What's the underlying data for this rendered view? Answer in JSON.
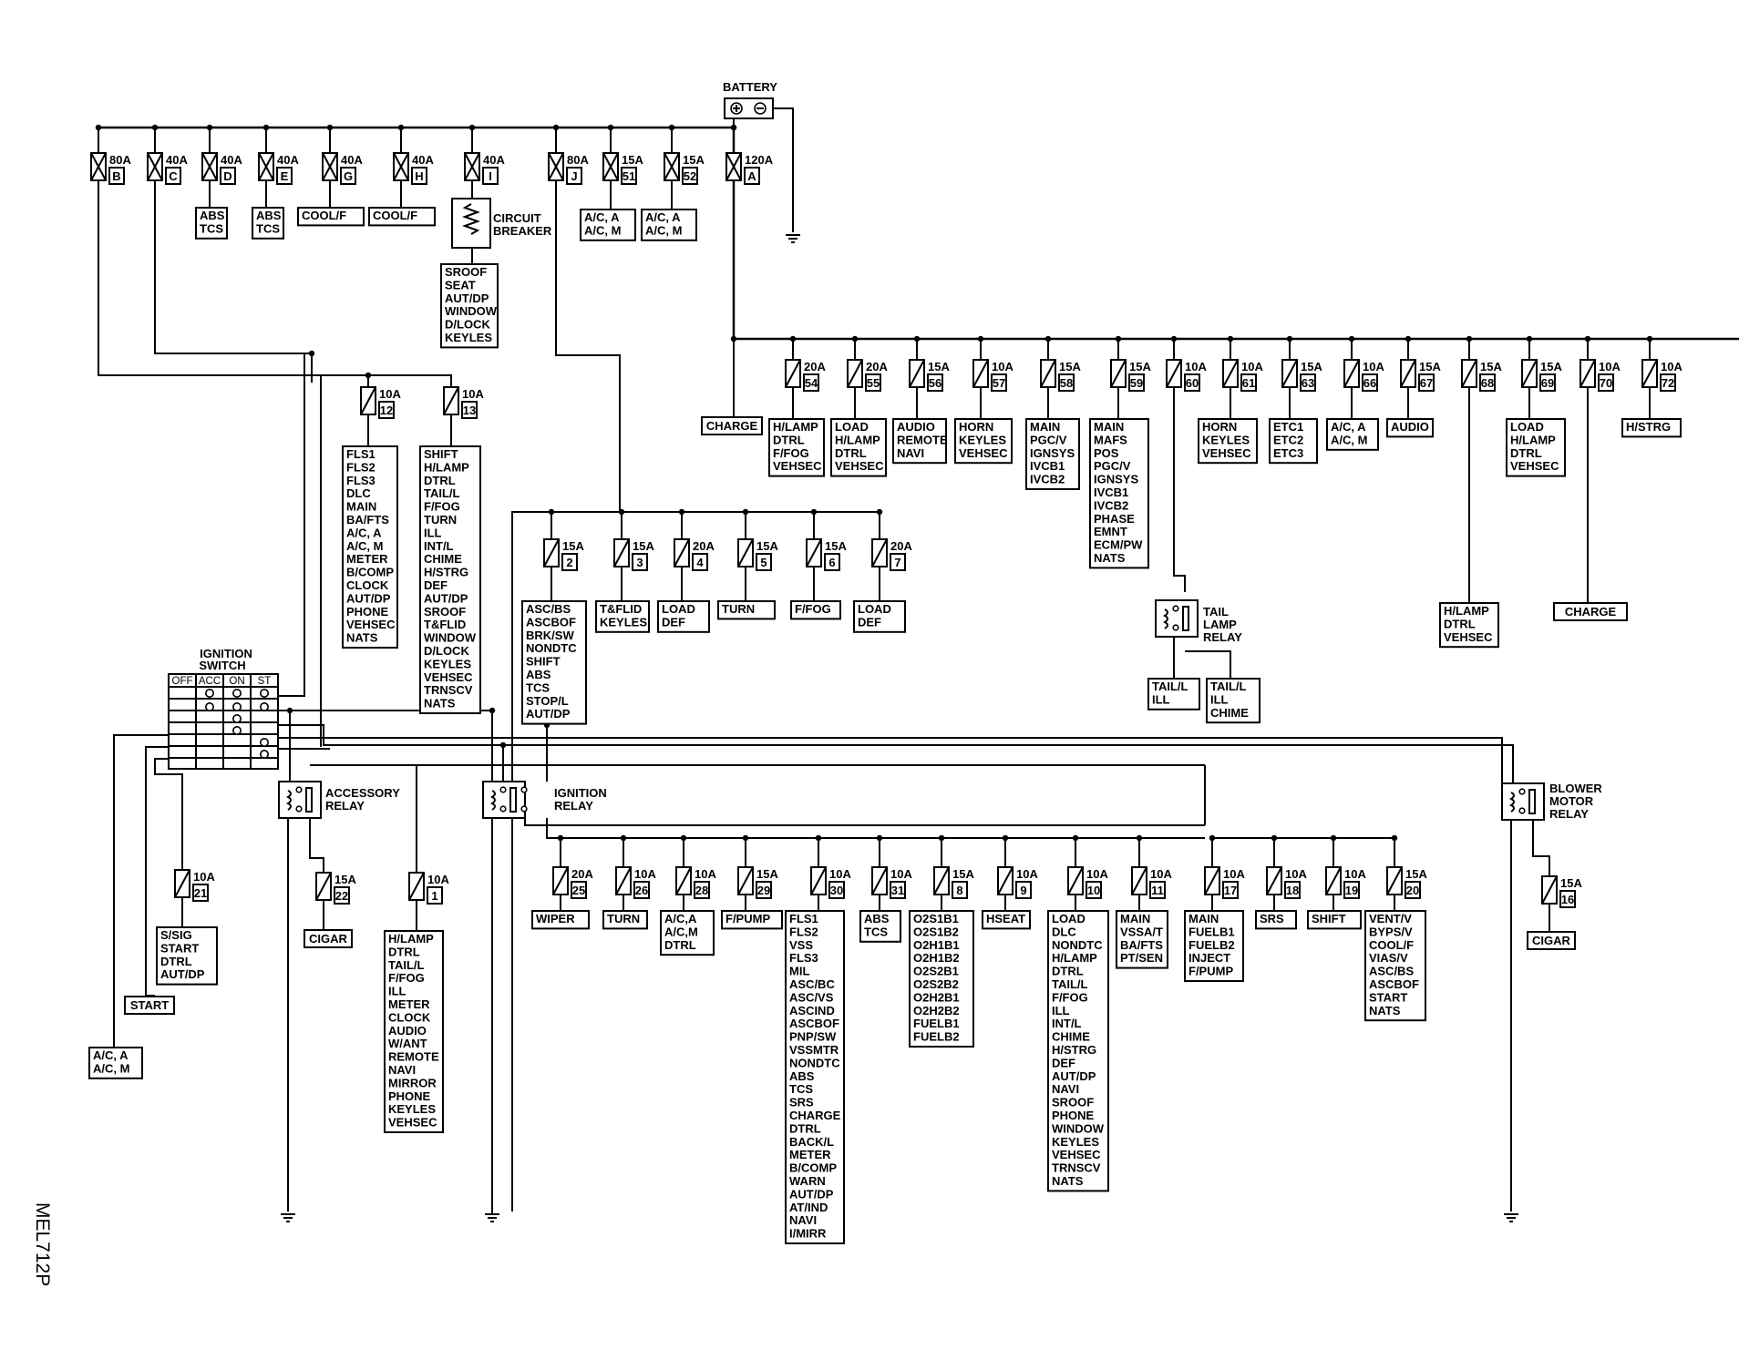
{
  "battery": {
    "label": "BATTERY"
  },
  "figure_code": "MEL712P",
  "circuit_breaker": {
    "label1": "CIRCUIT",
    "label2": "BREAKER",
    "loads": [
      "SROOF",
      "SEAT",
      "AUT/DP",
      "WINDOW",
      "D/LOCK",
      "KEYLES"
    ]
  },
  "top_fuses": [
    {
      "rating": "80A",
      "id": "B",
      "loads": []
    },
    {
      "rating": "40A",
      "id": "C",
      "loads": []
    },
    {
      "rating": "40A",
      "id": "D",
      "loads": [
        "ABS",
        "TCS"
      ]
    },
    {
      "rating": "40A",
      "id": "E",
      "loads": [
        "ABS",
        "TCS"
      ]
    },
    {
      "rating": "40A",
      "id": "G",
      "loads": [
        "COOL/F"
      ]
    },
    {
      "rating": "40A",
      "id": "H",
      "loads": [
        "COOL/F"
      ]
    },
    {
      "rating": "40A",
      "id": "I",
      "loads": []
    },
    {
      "rating": "80A",
      "id": "J",
      "loads": []
    },
    {
      "rating": "15A",
      "id": "51",
      "loads": [
        "A/C, A",
        "A/C, M"
      ]
    },
    {
      "rating": "15A",
      "id": "52",
      "loads": [
        "A/C, A",
        "A/C, M"
      ]
    },
    {
      "rating": "120A",
      "id": "A",
      "loads": []
    }
  ],
  "right_fuses": [
    {
      "rating": "20A",
      "id": "54",
      "loads": [
        "H/LAMP",
        "DTRL",
        "F/FOG",
        "VEHSEC"
      ]
    },
    {
      "rating": "20A",
      "id": "55",
      "loads": [
        "LOAD",
        "H/LAMP",
        "DTRL",
        "VEHSEC"
      ]
    },
    {
      "rating": "15A",
      "id": "56",
      "loads": [
        "AUDIO",
        "REMOTE",
        "NAVI"
      ]
    },
    {
      "rating": "10A",
      "id": "57",
      "loads": [
        "HORN",
        "KEYLES",
        "VEHSEC"
      ]
    },
    {
      "rating": "15A",
      "id": "58",
      "loads": [
        "MAIN",
        "PGC/V",
        "IGNSYS",
        "IVCB1",
        "IVCB2"
      ]
    },
    {
      "rating": "15A",
      "id": "59",
      "loads": [
        "MAIN",
        "MAFS",
        "POS",
        "PGC/V",
        "IGNSYS",
        "IVCB1",
        "IVCB2",
        "PHASE",
        "EMNT",
        "ECM/PW",
        "NATS"
      ]
    },
    {
      "rating": "10A",
      "id": "60",
      "loads": []
    },
    {
      "rating": "10A",
      "id": "61",
      "loads": [
        "HORN",
        "KEYLES",
        "VEHSEC"
      ]
    },
    {
      "rating": "15A",
      "id": "63",
      "loads": [
        "ETC1",
        "ETC2",
        "ETC3"
      ]
    },
    {
      "rating": "10A",
      "id": "66",
      "loads": [
        "A/C, A",
        "A/C, M"
      ]
    },
    {
      "rating": "15A",
      "id": "67",
      "loads": [
        "AUDIO"
      ]
    },
    {
      "rating": "15A",
      "id": "68",
      "loads": [
        "H/LAMP",
        "DTRL",
        "VEHSEC"
      ]
    },
    {
      "rating": "15A",
      "id": "69",
      "loads": [
        "LOAD",
        "H/LAMP",
        "DTRL",
        "VEHSEC"
      ]
    },
    {
      "rating": "10A",
      "id": "70",
      "loads": [
        "CHARGE"
      ]
    },
    {
      "rating": "10A",
      "id": "72",
      "loads": [
        "H/STRG"
      ]
    }
  ],
  "charge_label": "CHARGE",
  "tail_lamp_relay": {
    "label1": "TAIL",
    "label2": "LAMP",
    "label3": "RELAY",
    "outputs": [
      [
        "TAIL/L",
        "ILL"
      ],
      [
        "TAIL/L",
        "ILL",
        "CHIME"
      ]
    ]
  },
  "mid_fuses": [
    {
      "rating": "10A",
      "id": "12",
      "loads": [
        "FLS1",
        "FLS2",
        "FLS3",
        "DLC",
        "MAIN",
        "BA/FTS",
        "A/C, A",
        "A/C, M",
        "METER",
        "B/COMP",
        "CLOCK",
        "AUT/DP",
        "PHONE",
        "VEHSEC",
        "NATS"
      ]
    },
    {
      "rating": "10A",
      "id": "13",
      "loads": [
        "SHIFT",
        "H/LAMP",
        "DTRL",
        "TAIL/L",
        "F/FOG",
        "TURN",
        "ILL",
        "INT/L",
        "CHIME",
        "H/STRG",
        "DEF",
        "AUT/DP",
        "SROOF",
        "T&FLID",
        "WINDOW",
        "D/LOCK",
        "KEYLES",
        "VEHSEC",
        "TRNSCV",
        "NATS"
      ]
    }
  ],
  "j_fuses": [
    {
      "rating": "15A",
      "id": "2",
      "loads": [
        "ASC/BS",
        "ASCBOF",
        "BRK/SW",
        "NONDTC",
        "SHIFT",
        "ABS",
        "TCS",
        "STOP/L",
        "AUT/DP"
      ]
    },
    {
      "rating": "15A",
      "id": "3",
      "loads": [
        "T&FLID",
        "KEYLES"
      ]
    },
    {
      "rating": "20A",
      "id": "4",
      "loads": [
        "LOAD",
        "DEF"
      ]
    },
    {
      "rating": "15A",
      "id": "5",
      "loads": [
        "TURN"
      ]
    },
    {
      "rating": "15A",
      "id": "6",
      "loads": [
        "F/FOG"
      ]
    },
    {
      "rating": "20A",
      "id": "7",
      "loads": [
        "LOAD",
        "DEF"
      ]
    }
  ],
  "ignition_switch": {
    "label1": "IGNITION",
    "label2": "SWITCH",
    "positions": [
      "OFF",
      "ACC",
      "ON",
      "ST"
    ]
  },
  "accessory_relay": {
    "label1": "ACCESSORY",
    "label2": "RELAY"
  },
  "ignition_relay": {
    "label1": "IGNITION",
    "label2": "RELAY"
  },
  "blower_relay": {
    "label1": "BLOWER",
    "label2": "MOTOR",
    "label3": "RELAY"
  },
  "start_label": "START",
  "ac_label": [
    "A/C, A",
    "A/C, M"
  ],
  "fuse_21": {
    "rating": "10A",
    "id": "21",
    "loads": [
      "S/SIG",
      "START",
      "DTRL",
      "AUT/DP"
    ]
  },
  "fuse_22": {
    "rating": "15A",
    "id": "22",
    "loads": [
      "CIGAR"
    ]
  },
  "fuse_1": {
    "rating": "10A",
    "id": "1",
    "loads": [
      "H/LAMP",
      "DTRL",
      "TAIL/L",
      "F/FOG",
      "ILL",
      "METER",
      "CLOCK",
      "AUDIO",
      "W/ANT",
      "REMOTE",
      "NAVI",
      "MIRROR",
      "PHONE",
      "KEYLES",
      "VEHSEC"
    ]
  },
  "fuse_16": {
    "rating": "15A",
    "id": "16",
    "loads": [
      "CIGAR"
    ]
  },
  "ign_fuses": [
    {
      "rating": "20A",
      "id": "25",
      "loads": [
        "WIPER"
      ]
    },
    {
      "rating": "10A",
      "id": "26",
      "loads": [
        "TURN"
      ]
    },
    {
      "rating": "10A",
      "id": "28",
      "loads": [
        "A/C,A",
        "A/C,M",
        "DTRL"
      ]
    },
    {
      "rating": "15A",
      "id": "29",
      "loads": [
        "F/PUMP"
      ]
    },
    {
      "rating": "10A",
      "id": "30",
      "loads": [
        "FLS1",
        "FLS2",
        "VSS",
        "FLS3",
        "MIL",
        "ASC/BC",
        "ASC/VS",
        "ASCIND",
        "ASCBOF",
        "PNP/SW",
        "VSSMTR",
        "NONDTC",
        "ABS",
        "TCS",
        "SRS",
        "CHARGE",
        "DTRL",
        "BACK/L",
        "METER",
        "B/COMP",
        "WARN",
        "AUT/DP",
        "AT/IND",
        "NAVI",
        "I/MIRR"
      ]
    },
    {
      "rating": "10A",
      "id": "31",
      "loads": [
        "ABS",
        "TCS"
      ]
    },
    {
      "rating": "15A",
      "id": "8",
      "loads": [
        "O2S1B1",
        "O2S1B2",
        "O2H1B1",
        "O2H1B2",
        "O2S2B1",
        "O2S2B2",
        "O2H2B1",
        "O2H2B2",
        "FUELB1",
        "FUELB2"
      ]
    },
    {
      "rating": "10A",
      "id": "9",
      "loads": [
        "HSEAT"
      ]
    },
    {
      "rating": "10A",
      "id": "10",
      "loads": [
        "LOAD",
        "DLC",
        "NONDTC",
        "H/LAMP",
        "DTRL",
        "TAIL/L",
        "F/FOG",
        "ILL",
        "INT/L",
        "CHIME",
        "H/STRG",
        "DEF",
        "AUT/DP",
        "NAVI",
        "SROOF",
        "PHONE",
        "WINDOW",
        "KEYLES",
        "VEHSEC",
        "TRNSCV",
        "NATS"
      ]
    },
    {
      "rating": "10A",
      "id": "11",
      "loads": [
        "MAIN",
        "VSSA/T",
        "BA/FTS",
        "PT/SEN"
      ]
    },
    {
      "rating": "10A",
      "id": "17",
      "loads": [
        "MAIN",
        "FUELB1",
        "FUELB2",
        "INJECT",
        "F/PUMP"
      ]
    },
    {
      "rating": "10A",
      "id": "18",
      "loads": [
        "SRS"
      ]
    },
    {
      "rating": "10A",
      "id": "19",
      "loads": [
        "SHIFT"
      ]
    },
    {
      "rating": "15A",
      "id": "20",
      "loads": [
        "VENT/V",
        "BYPS/V",
        "COOL/F",
        "VIAS/V",
        "ASC/BS",
        "ASCBOF",
        "START",
        "NATS"
      ]
    }
  ]
}
